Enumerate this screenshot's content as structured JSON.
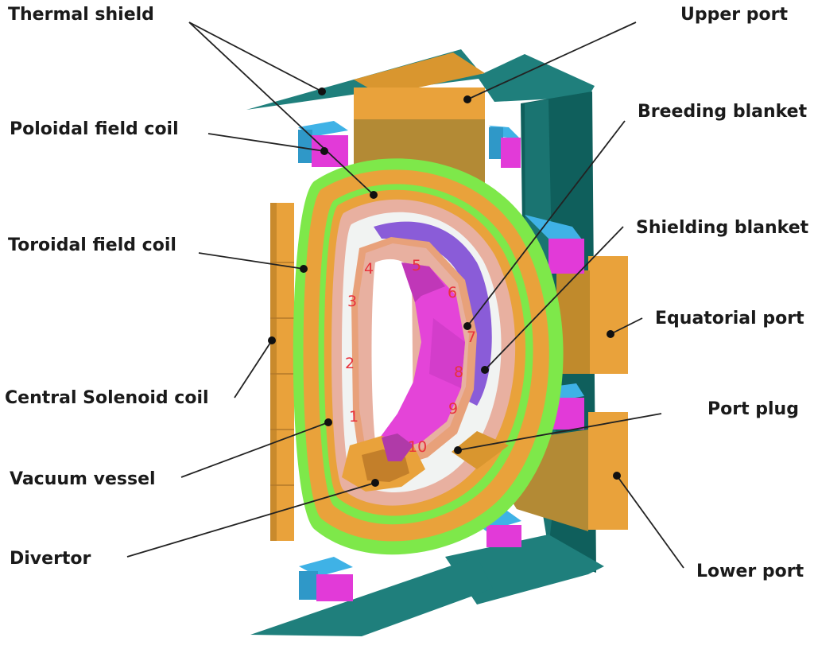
{
  "labels": {
    "thermal_shield": "Thermal shield",
    "upper_port": "Upper  port",
    "poloidal_field_coil": "Poloidal field coil",
    "breeding_blanket": "Breeding blanket",
    "toroidal_field_coil": "Toroidal field coil",
    "shielding_blanket": "Shielding blanket",
    "equatorial_port": "Equatorial port",
    "central_solenoid_coil": "Central Solenoid coil",
    "port_plug": "Port plug",
    "vacuum_vessel": "Vacuum vessel",
    "divertor": "Divertor",
    "lower_port": "Lower port"
  },
  "module_numbers": [
    "1",
    "2",
    "3",
    "4",
    "5",
    "6",
    "7",
    "8",
    "9",
    "10"
  ],
  "colors": {
    "thermal_shield": "#1f7f7c",
    "thermal_shield_dark": "#0f4f4d",
    "port": "#e9a23b",
    "port_shade": "#b8862c",
    "coil_blue": "#3fb2e6",
    "coil_magenta": "#e23ad8",
    "tf_coil_green": "#7ee84a",
    "blanket_pink": "#e8b0a0",
    "first_wall_light": "#e6ecea",
    "plasma_magenta": "#e444d8",
    "module_number": "#e8323c"
  }
}
